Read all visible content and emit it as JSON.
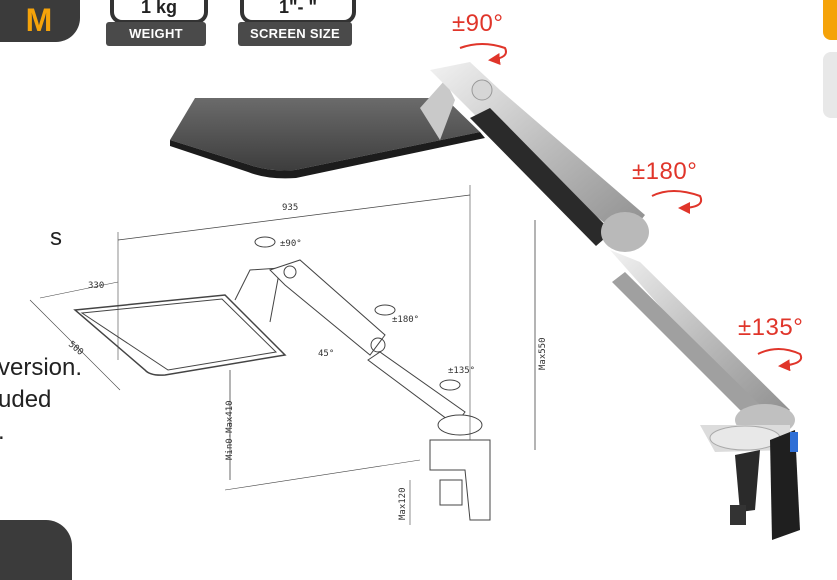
{
  "badge": {
    "text": "M"
  },
  "specs": [
    {
      "value": "1 kg",
      "label": "WEIGHT"
    },
    {
      "value": "1\"- \"",
      "label": "SCREEN SIZE"
    }
  ],
  "left_text": {
    "line1": "s",
    "line2": "version.",
    "line3": "uded",
    "line4": "."
  },
  "angles": {
    "top": "±90°",
    "middle": "±180°",
    "bottom": "±135°"
  },
  "diagram": {
    "width": "935",
    "tray_width": "330",
    "tray_depth": "500",
    "height_max": "Max550",
    "tray_height": "Min0-Max410",
    "clamp": "Max120",
    "rot_top": "±90°",
    "rot_mid": "±180°",
    "rot_low": "±135°",
    "tilt": "45°"
  },
  "colors": {
    "accent": "#f5a30a",
    "dark": "#3b3b3b",
    "angle_red": "#e0352a"
  }
}
